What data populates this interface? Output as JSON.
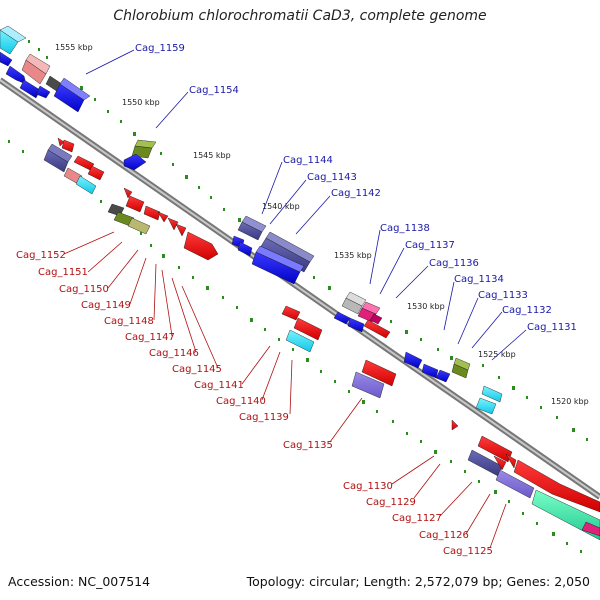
{
  "title": "Chlorobium chlorochromatii CaD3, complete genome",
  "footer": {
    "accession": "Accession: NC_007514",
    "summary": "Topology: circular; Length: 2,572,079 bp; Genes: 2,050"
  },
  "scale_labels": [
    "1555 kbp",
    "1550 kbp",
    "1545 kbp",
    "1540 kbp",
    "1535 kbp",
    "1530 kbp",
    "1525 kbp",
    "1520 kbp"
  ],
  "top_genes": [
    "Cag_1159",
    "Cag_1154",
    "Cag_1144",
    "Cag_1143",
    "Cag_1142",
    "Cag_1138",
    "Cag_1137",
    "Cag_1136",
    "Cag_1134",
    "Cag_1133",
    "Cag_1132",
    "Cag_1131"
  ],
  "bottom_genes": [
    "Cag_1152",
    "Cag_1151",
    "Cag_1150",
    "Cag_1149",
    "Cag_1148",
    "Cag_1147",
    "Cag_1146",
    "Cag_1145",
    "Cag_1141",
    "Cag_1140",
    "Cag_1139",
    "Cag_1135",
    "Cag_1130",
    "Cag_1129",
    "Cag_1127",
    "Cag_1126",
    "Cag_1125"
  ],
  "colors": {
    "top_label": "#1a1aa8",
    "bottom_label": "#b01010",
    "backbone": "#888888",
    "tick": "#2e8b22"
  }
}
